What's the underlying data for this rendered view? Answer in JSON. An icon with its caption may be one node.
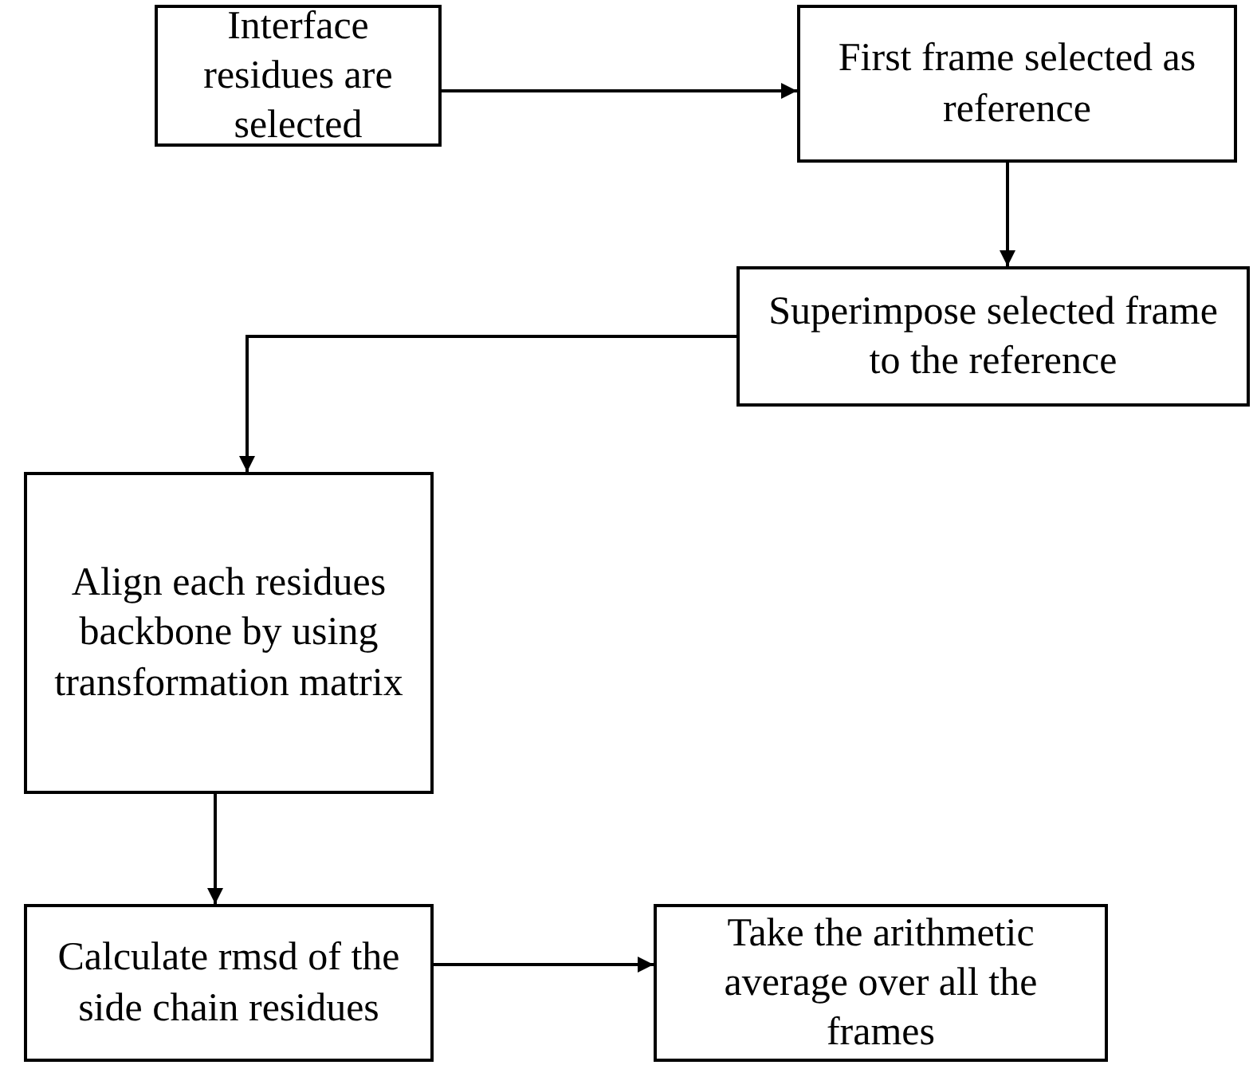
{
  "diagram": {
    "nodes": [
      {
        "text": [
          "Interface residues are selected"
        ]
      },
      {
        "text": [
          "First frame selected as reference"
        ]
      },
      {
        "text": [
          "Superimpose selected frame to the reference"
        ]
      },
      {
        "text": [
          "Align each residues backbone by using transformation matrix"
        ]
      },
      {
        "text": [
          "Calculate rmsd of the side chain residues"
        ]
      },
      {
        "text": [
          "Take the arithmetic average over all the frames"
        ]
      }
    ],
    "edges": [
      {
        "from": 0,
        "to": 1,
        "arrow": "to"
      },
      {
        "from": 1,
        "to": 2,
        "arrow": "to"
      },
      {
        "from": 2,
        "to": 3,
        "arrow": "to"
      },
      {
        "from": 3,
        "to": 4,
        "arrow": "to"
      },
      {
        "from": 4,
        "to": 5,
        "arrow": "to"
      }
    ]
  }
}
